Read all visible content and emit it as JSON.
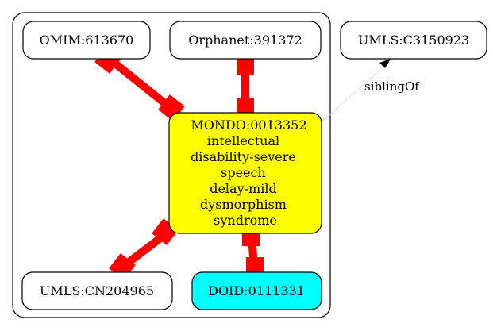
{
  "diagram": {
    "nodes": {
      "omim": {
        "label": "OMIM:613670",
        "fill": "#ffffff"
      },
      "orphanet": {
        "label": "Orphanet:391372",
        "fill": "#ffffff"
      },
      "umls_c3150923": {
        "label": "UMLS:C3150923",
        "fill": "#ffffff"
      },
      "mondo": {
        "lines": [
          "MONDO:0013352",
          "intellectual",
          "disability-severe",
          "speech",
          "delay-mild",
          "dysmorphism",
          "syndrome"
        ],
        "fill": "#ffff00"
      },
      "umls_cn204965": {
        "label": "UMLS:CN204965",
        "fill": "#ffffff"
      },
      "doid": {
        "label": "DOID:0111331",
        "fill": "#00ffff"
      }
    },
    "edges": {
      "sibling_of": {
        "label": "siblingOf"
      }
    },
    "colors": {
      "equivalence_edge": "#ff0000",
      "border": "#000000",
      "sibling_edge": "#dddddd"
    }
  }
}
